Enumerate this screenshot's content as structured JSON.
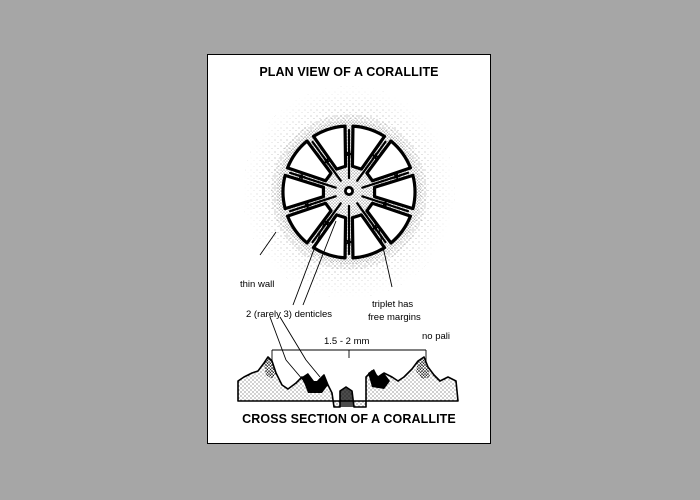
{
  "titles": {
    "plan_view": "PLAN VIEW OF A CORALLITE",
    "cross_section": "CROSS SECTION OF A CORALLITE"
  },
  "labels": {
    "thin_wall": "thin wall",
    "denticles": "2 (rarely 3) denticles",
    "triplet_line1": "triplet has",
    "triplet_line2": "free margins",
    "no_pali": "no pali",
    "dimension": "1.5 - 2 mm"
  },
  "colors": {
    "background": "#a6a6a6",
    "card": "#ffffff",
    "ink": "#000000"
  }
}
